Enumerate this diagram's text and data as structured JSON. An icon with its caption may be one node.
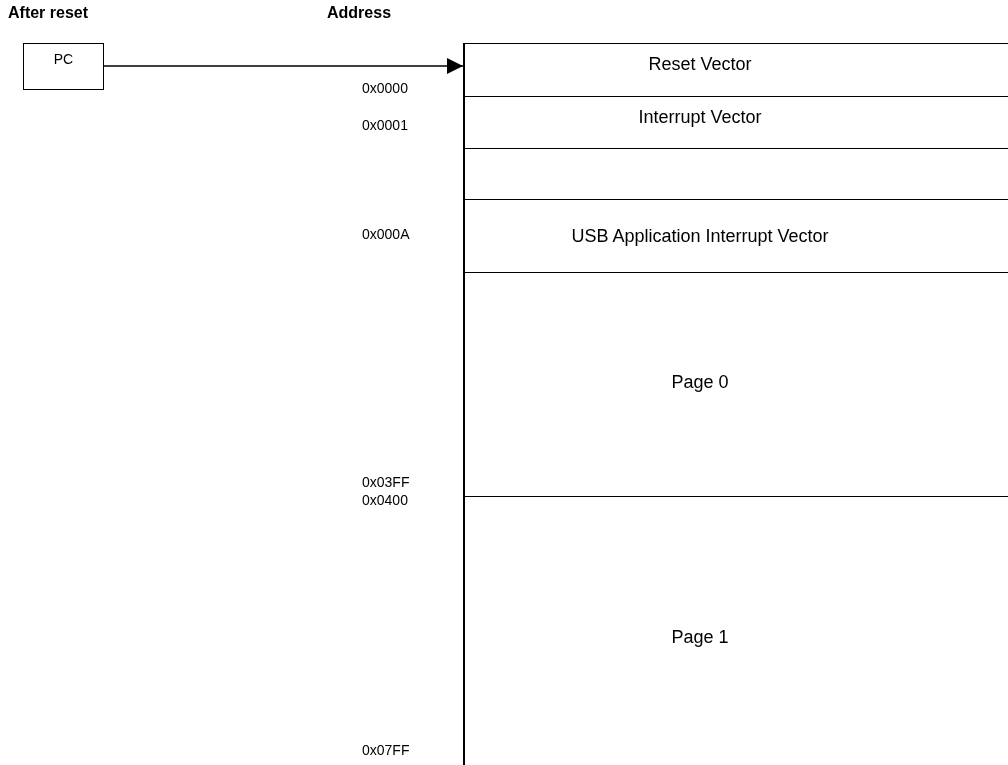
{
  "diagram": {
    "nodes": [
      {
        "text": [
          "PC"
        ]
      },
      {
        "text": [
          "Reset Vector"
        ]
      },
      {
        "text": [
          "Interrupt Vector"
        ]
      },
      {
        "text": [],
        "shape": "box"
      },
      {
        "text": [
          "USB Application Interrupt Vector"
        ]
      },
      {
        "text": [
          "Page 0"
        ]
      },
      {
        "text": [
          "Page 1"
        ]
      }
    ],
    "edges": [
      {
        "from": 0,
        "to": 1,
        "arrow": "to"
      }
    ],
    "labels": [
      "After reset",
      "Address",
      "0x0000",
      "0x0001",
      "0x000A",
      "0x03FF",
      "0x0400",
      "0x07FF"
    ]
  }
}
